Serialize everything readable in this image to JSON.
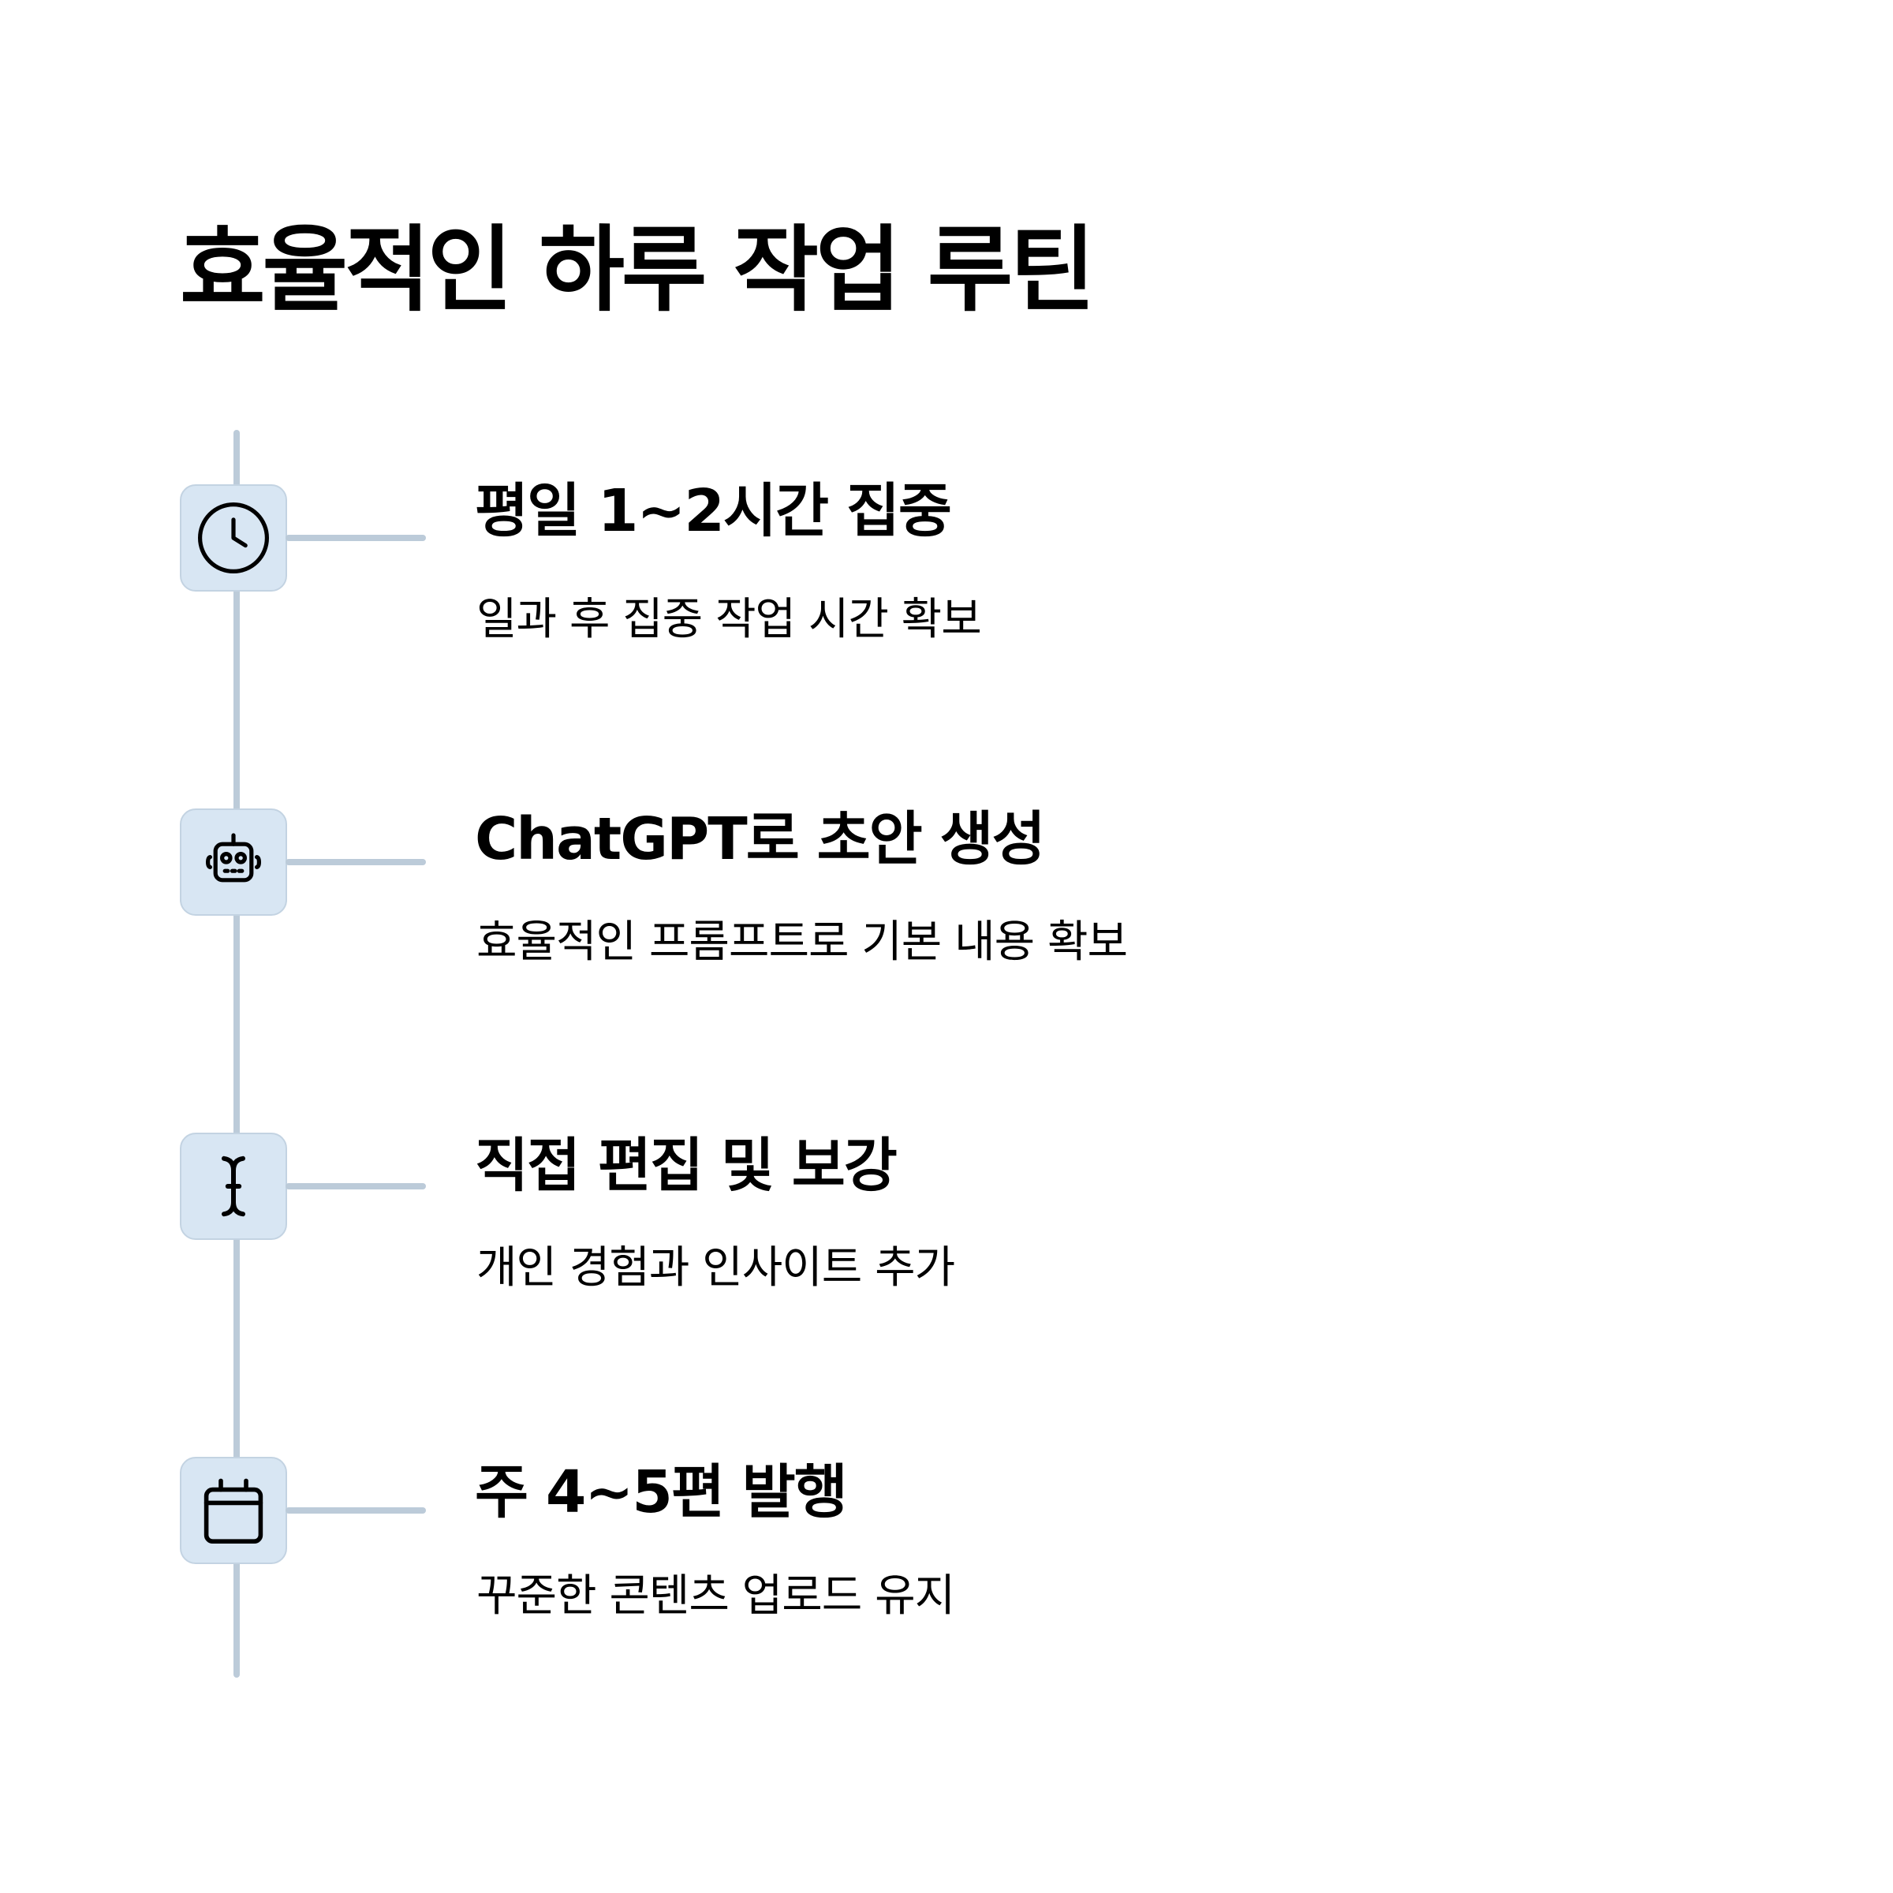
{
  "title": "효율적인 하루 작업 루틴",
  "colors": {
    "line": "#bccbd9",
    "icon_box_bg": "#d8e6f3",
    "icon_box_border": "#c3d3e2",
    "text": "#000000",
    "background": "#ffffff"
  },
  "steps": [
    {
      "icon": "clock-icon",
      "heading": "평일 1~2시간 집중",
      "description": "일과 후 집중 작업 시간 확보"
    },
    {
      "icon": "robot-icon",
      "heading": "ChatGPT로 초안 생성",
      "description": "효율적인 프롬프트로 기본 내용 확보"
    },
    {
      "icon": "text-cursor-icon",
      "heading": "직접 편집 및 보강",
      "description": "개인 경험과 인사이트 추가"
    },
    {
      "icon": "calendar-icon",
      "heading": "주 4~5편 발행",
      "description": "꾸준한 콘텐츠 업로드 유지"
    }
  ]
}
